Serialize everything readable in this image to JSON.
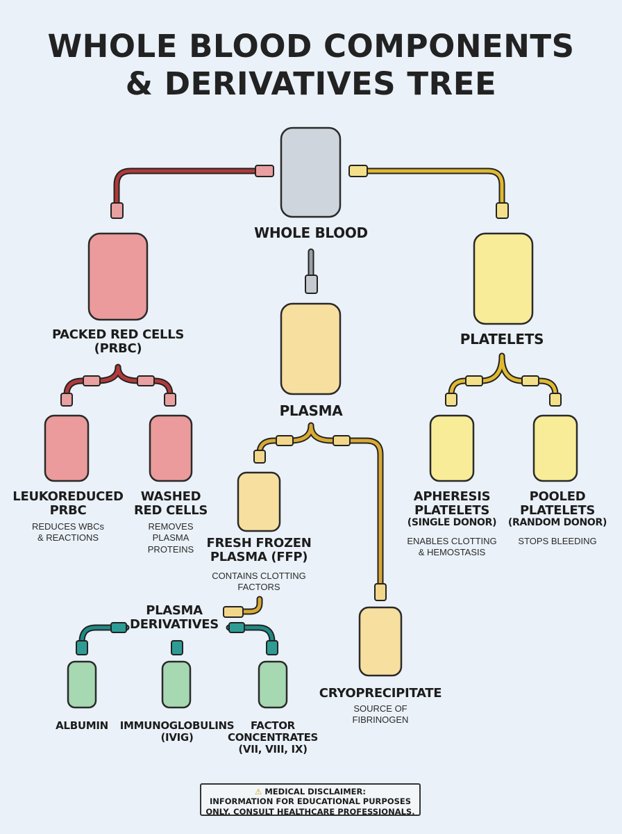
{
  "title": {
    "line1": "WHOLE BLOOD COMPONENTS",
    "line2": "& DERIVATIVES TREE"
  },
  "nodes": {
    "whole_blood": {
      "label": "WHOLE BLOOD"
    },
    "prbc": {
      "line1": "PACKED RED CELLS",
      "line2": "(PRBC)"
    },
    "plasma": {
      "label": "PLASMA"
    },
    "platelets": {
      "label": "PLATELETS"
    },
    "leukoreduced": {
      "line1": "LEUKOREDUCED",
      "line2": "PRBC",
      "desc1": "REDUCES WBCs",
      "desc2": "& REACTIONS"
    },
    "washed": {
      "line1": "WASHED",
      "line2": "RED CELLS",
      "desc1": "REMOVES",
      "desc2": "PLASMA",
      "desc3": "PROTEINS"
    },
    "ffp": {
      "line1": "FRESH FROZEN",
      "line2": "PLASMA (FFP)",
      "desc1": "CONTAINS CLOTTING",
      "desc2": "FACTORS"
    },
    "apheresis": {
      "line1": "APHERESIS",
      "line2": "PLATELETS",
      "line3": "(SINGLE DONOR)",
      "desc1": "ENABLES CLOTTING",
      "desc2": "& HEMOSTASIS"
    },
    "pooled": {
      "line1": "POOLED",
      "line2": "PLATELETS",
      "line3": "(RANDOM DONOR)",
      "desc1": "STOPS BLEEDING"
    },
    "plasma_derivatives": {
      "line1": "PLASMA",
      "line2": "DERIVATIVES"
    },
    "cryo": {
      "label": "CRYOPRECIPITATE",
      "desc1": "SOURCE OF",
      "desc2": "FIBRINOGEN"
    },
    "albumin": {
      "label": "ALBUMIN"
    },
    "ivig": {
      "line1": "IMMUNOGLOBULINS",
      "line2": "(IVIG)"
    },
    "factor": {
      "line1": "FACTOR",
      "line2": "CONCENTRATES",
      "line3": "(VII, VIII, IX)"
    }
  },
  "disclaimer": {
    "icon": "warning-icon",
    "line1": "MEDICAL DISCLAIMER:",
    "line2": "INFORMATION FOR EDUCATIONAL PURPOSES",
    "line3": "ONLY. CONSULT HEALTHCARE PROFESSIONALS."
  },
  "colors": {
    "background": "#eaf1f8",
    "red_bag": "#eb9b9b",
    "red_tube": "#b13a3a",
    "plasma_bag": "#f7dfa0",
    "plasma_tube": "#d8a934",
    "platelet_bag": "#f8ec98",
    "platelet_tube": "#e0b930",
    "green_bag": "#a6d8b2",
    "teal_tube": "#1f8a85",
    "whole_blood_bag": "#cfd5dd",
    "grey_tube": "#8f969d"
  }
}
